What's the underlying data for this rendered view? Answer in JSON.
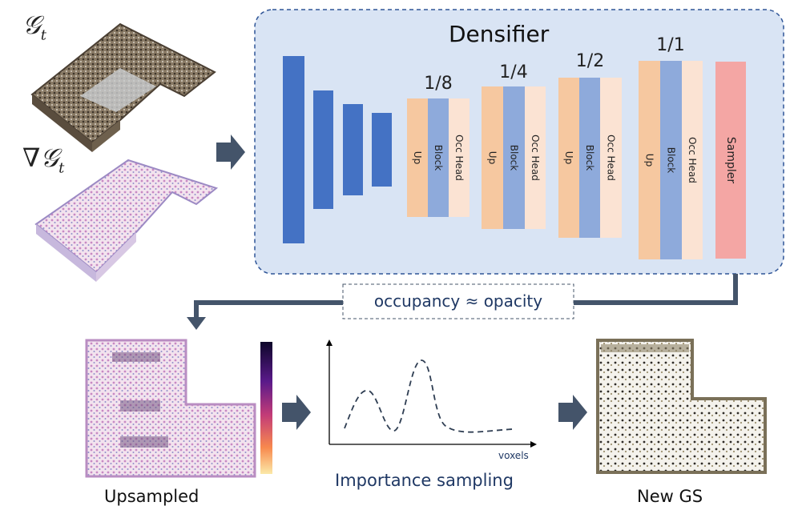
{
  "inputs": {
    "gaussians_label": "𝒢",
    "gaussians_sub": "t",
    "gradient_label": "∇𝒢",
    "gradient_sub": "t"
  },
  "densifier": {
    "title": "Densifier",
    "stages": [
      {
        "scale": "1/8",
        "up": "Up",
        "block": "Block",
        "head": "Occ Head"
      },
      {
        "scale": "1/4",
        "up": "Up",
        "block": "Block",
        "head": "Occ Head"
      },
      {
        "scale": "1/2",
        "up": "Up",
        "block": "Block",
        "head": "Occ Head"
      },
      {
        "scale": "1/1",
        "up": "Up",
        "block": "Block",
        "head": "Occ Head"
      }
    ],
    "sampler": "Sampler"
  },
  "relation": {
    "text": "occupancy ≈ opacity"
  },
  "bottom": {
    "upsampled": "Upsampled",
    "importance": "Importance sampling",
    "voxels": "voxels",
    "new_gs": "New GS"
  },
  "colors": {
    "panel_bg": "#d9e4f4",
    "encoder_blue": "#4472c4",
    "up_orange": "#f6c8a0",
    "block_blue": "#8eaadb",
    "head_peach": "#fbe3d3",
    "sampler_pink": "#f4a6a4",
    "arrow_slate": "#44546a"
  }
}
